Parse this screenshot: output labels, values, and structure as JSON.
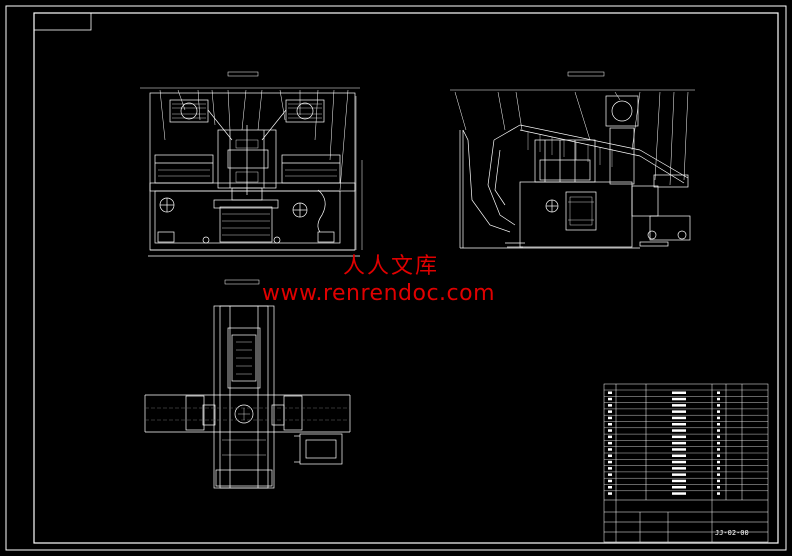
{
  "watermark": {
    "text_cn": "人人文库",
    "url": "www.renrendoc.com",
    "color": "#e00000"
  },
  "drawing": {
    "number": "JJ-02-00",
    "background": "#000000",
    "line_color": "#ffffff",
    "hidden_color": "#6a6a6a"
  },
  "views": [
    "front-view",
    "side-view",
    "top-view"
  ]
}
